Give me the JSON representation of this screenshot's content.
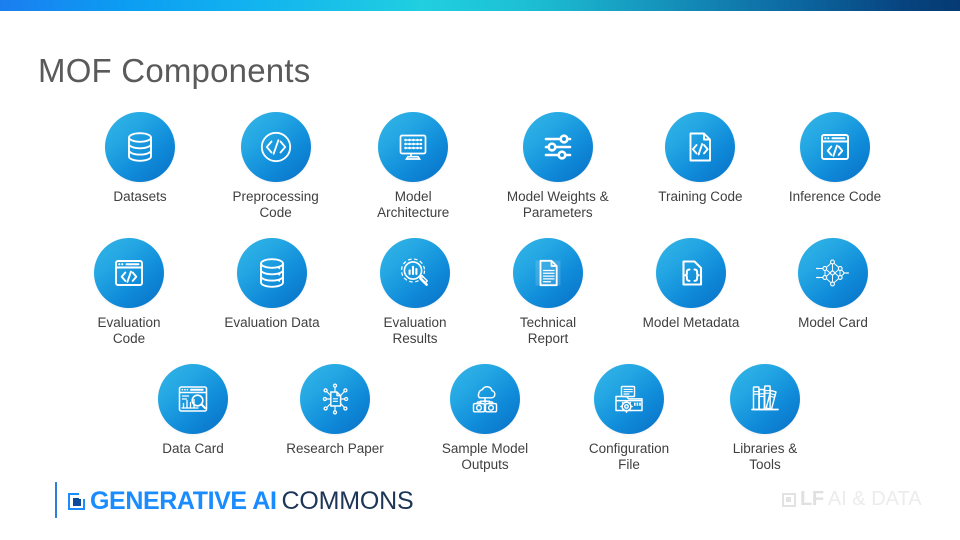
{
  "slide": {
    "title": "MOF Components",
    "accent_top_left": "#1b7ef0",
    "accent_top_mid": "#20cfe0",
    "accent_top_right": "#063a72",
    "badge_gradient_from": "#35b5e6",
    "badge_gradient_to": "#0a6fc4",
    "title_color": "#5a5a5a",
    "label_color": "#3f3f3f"
  },
  "rows": [
    {
      "items": [
        {
          "label": "Datasets",
          "icon": "database-icon"
        },
        {
          "label": "Preprocessing\nCode",
          "icon": "code-circle-icon"
        },
        {
          "label": "Model\nArchitecture",
          "icon": "neural-monitor-icon"
        },
        {
          "label": "Model Weights &\nParameters",
          "icon": "sliders-icon"
        },
        {
          "label": "Training Code",
          "icon": "code-document-icon"
        },
        {
          "label": "Inference Code",
          "icon": "code-browser-icon"
        }
      ]
    },
    {
      "items": [
        {
          "label": "Evaluation\nCode",
          "icon": "code-browser-icon"
        },
        {
          "label": "Evaluation Data",
          "icon": "database-icon"
        },
        {
          "label": "Evaluation\nResults",
          "icon": "chart-magnifier-icon"
        },
        {
          "label": "Technical\nReport",
          "icon": "document-lines-icon"
        },
        {
          "label": "Model Metadata",
          "icon": "braces-document-icon"
        },
        {
          "label": "Model Card",
          "icon": "neural-network-icon"
        }
      ]
    },
    {
      "items": [
        {
          "label": "Data Card",
          "icon": "dashboard-magnifier-icon"
        },
        {
          "label": "Research Paper",
          "icon": "paper-nodes-icon"
        },
        {
          "label": "Sample Model\nOutputs",
          "icon": "cloud-cameras-icon"
        },
        {
          "label": "Configuration\nFile",
          "icon": "folder-gear-icon"
        },
        {
          "label": "Libraries &\nTools",
          "icon": "books-icon"
        }
      ]
    }
  ],
  "footer": {
    "generative_ai_commons": {
      "strong": "GENERATIVE AI",
      "light": "COMMONS",
      "strong_color": "#1a8cff",
      "light_color": "#1d3557"
    },
    "lf_ai_data": {
      "strong": "LF",
      "light": "AI & DATA",
      "color": "#e2e2e2"
    }
  }
}
